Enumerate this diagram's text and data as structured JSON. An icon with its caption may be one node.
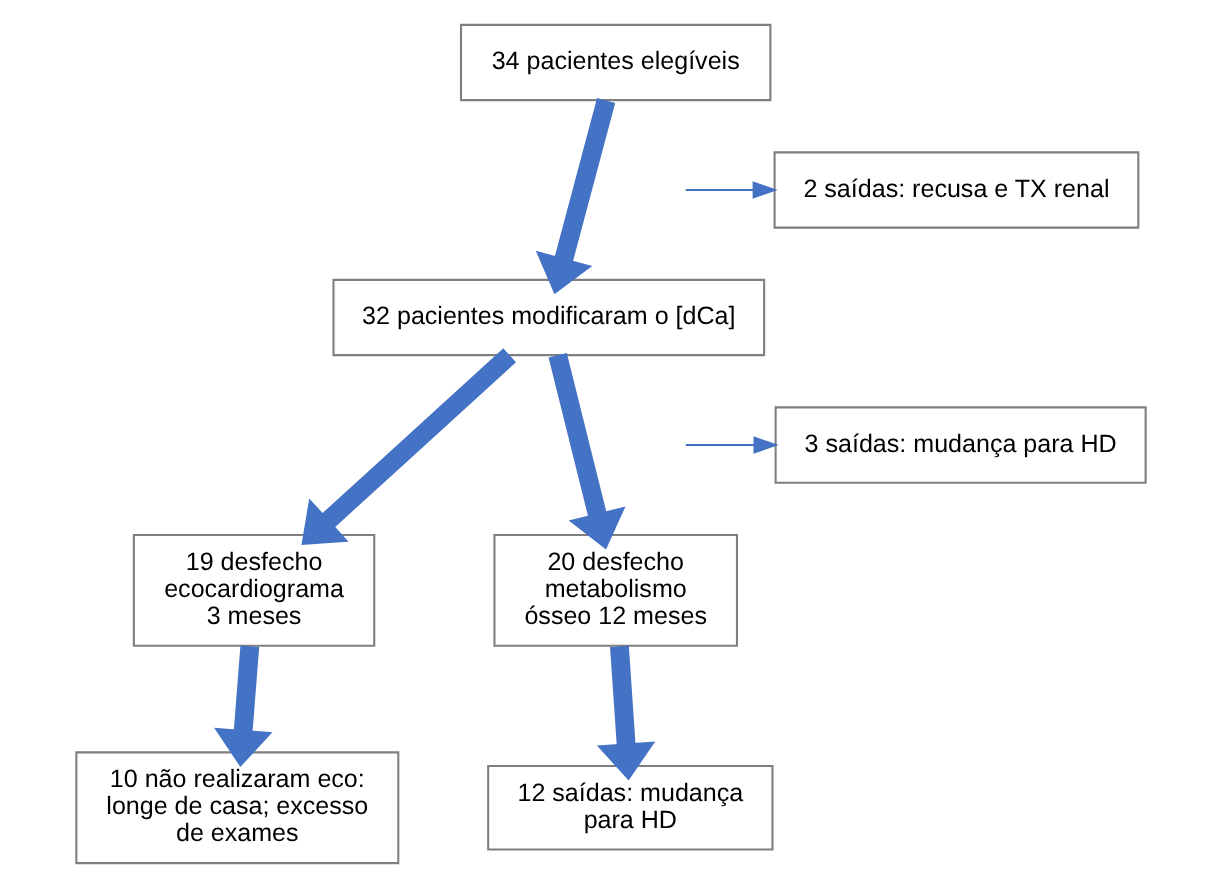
{
  "diagram": {
    "nodes": [
      {
        "text": [
          "34 pacientes elegíveis"
        ]
      },
      {
        "text": [
          "2 saídas: recusa e TX renal"
        ]
      },
      {
        "text": [
          "32 pacientes modificaram o [dCa]"
        ]
      },
      {
        "text": [
          "3 saídas: mudança para HD"
        ]
      },
      {
        "text": [
          "19 desfecho ecocardiograma 3 meses"
        ]
      },
      {
        "text": [
          "20 desfecho metabolismo ósseo 12 meses"
        ]
      },
      {
        "text": [
          "10 não realizaram eco: longe de casa; excesso de exames"
        ]
      },
      {
        "text": [
          "12 saídas: mudança para HD"
        ]
      }
    ],
    "edges": [
      {
        "from": 0,
        "to": 2,
        "arrow": "to"
      },
      {
        "from": null,
        "to": 1,
        "arrow": "to"
      },
      {
        "from": 2,
        "to": 4,
        "arrow": "to"
      },
      {
        "from": 2,
        "to": 5,
        "arrow": "to"
      },
      {
        "from": null,
        "to": 3,
        "arrow": "to"
      },
      {
        "from": 4,
        "to": 6,
        "arrow": "to"
      },
      {
        "from": 5,
        "to": 7,
        "arrow": "to"
      }
    ]
  }
}
